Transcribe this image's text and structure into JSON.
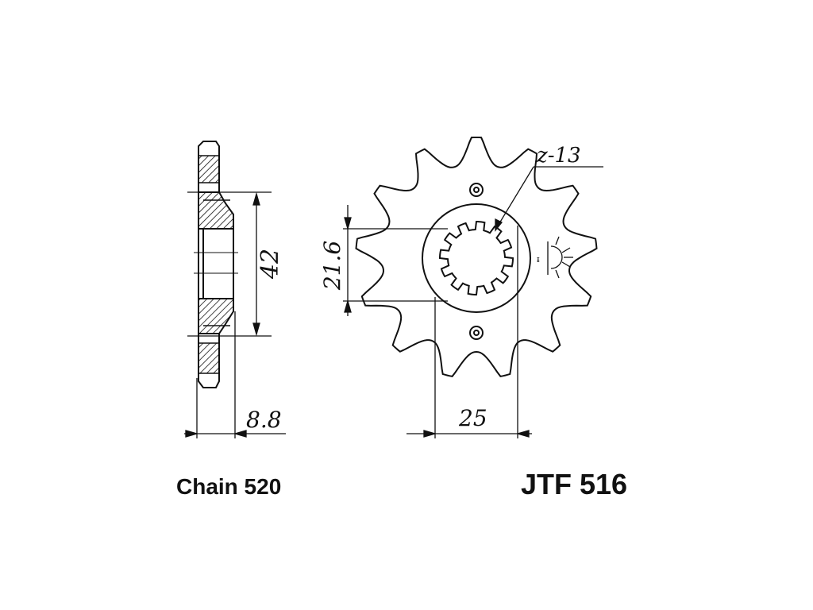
{
  "part_number": "JTF 516",
  "chain_label": "Chain 520",
  "dimensions": {
    "teeth": "z-13",
    "hub_diameter": "42",
    "spline_diameter": "21.6",
    "spline_width": "25",
    "thickness": "8.8"
  },
  "line_color": "#111111"
}
